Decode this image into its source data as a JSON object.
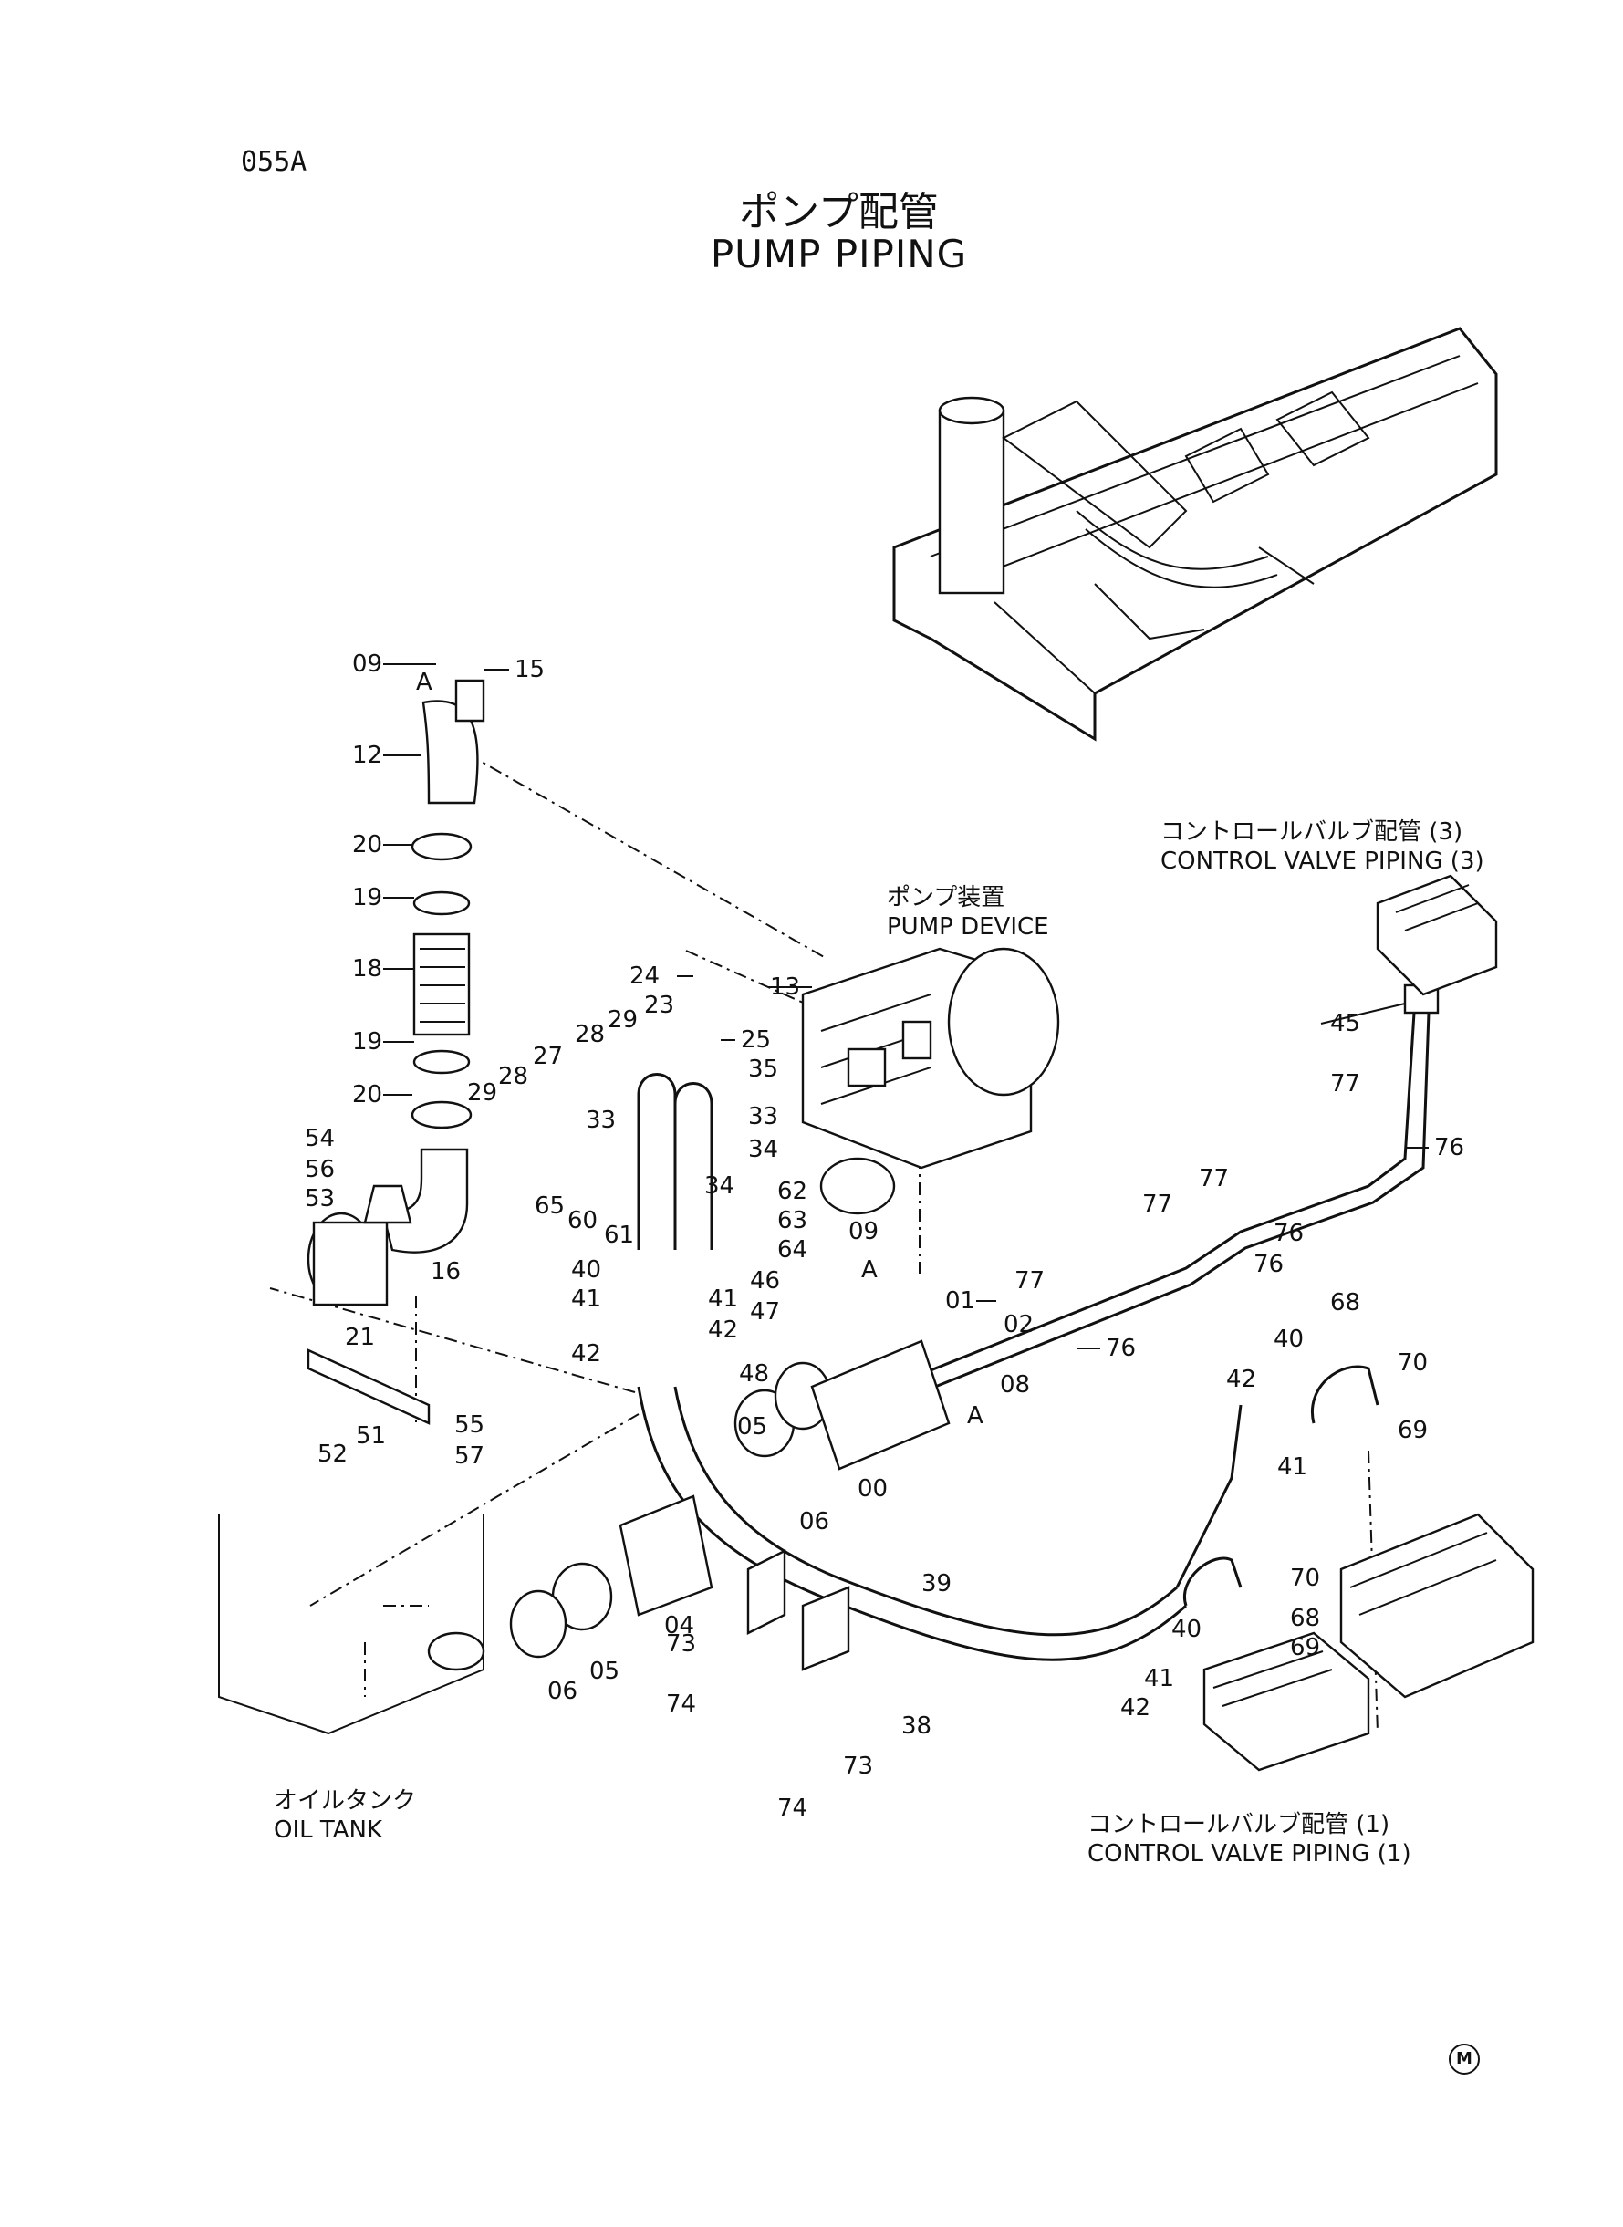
{
  "page_code": "055A",
  "title_ja": "ポンプ配管",
  "title_en": "PUMP PIPING",
  "captions": {
    "pump_device": {
      "ja": "ポンプ装置",
      "en": "PUMP DEVICE"
    },
    "cv_piping_3": {
      "ja": "コントロールバルブ配管 (3)",
      "en": "CONTROL VALVE PIPING (3)"
    },
    "cv_piping_1": {
      "ja": "コントロールバルブ配管 (1)",
      "en": "CONTROL VALVE PIPING (1)"
    },
    "oil_tank": {
      "ja": "オイルタンク",
      "en": "OIL TANK"
    }
  },
  "view_marker": "A",
  "corner_mark": "M",
  "part_numbers": [
    "09",
    "15",
    "12",
    "20",
    "19",
    "18",
    "19",
    "20",
    "54",
    "56",
    "53",
    "21",
    "16",
    "51",
    "52",
    "55",
    "57",
    "24",
    "13",
    "23",
    "25",
    "35",
    "29",
    "28",
    "27",
    "28",
    "29",
    "33",
    "33",
    "34",
    "34",
    "65",
    "60",
    "61",
    "62",
    "63",
    "64",
    "40",
    "41",
    "41",
    "42",
    "42",
    "09",
    "46",
    "47",
    "48",
    "01",
    "02",
    "08",
    "05",
    "06",
    "00",
    "04",
    "05",
    "06",
    "39",
    "38",
    "73",
    "74",
    "73",
    "74",
    "45",
    "77",
    "77",
    "77",
    "77",
    "76",
    "76",
    "76",
    "76",
    "68",
    "40",
    "70",
    "42",
    "41",
    "69",
    "70",
    "68",
    "40",
    "69",
    "41",
    "42"
  ]
}
